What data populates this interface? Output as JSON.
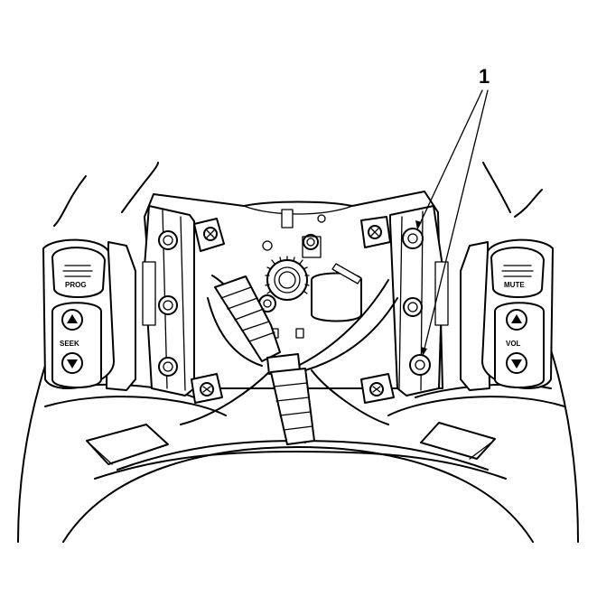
{
  "diagram": {
    "callouts": [
      {
        "label": "1",
        "target": "switch-mounting-screws"
      }
    ],
    "left_switch": {
      "upper_button_label": "PROG",
      "lower_button_label": "SEEK"
    },
    "right_switch": {
      "upper_button_label": "MUTE",
      "lower_button_label": "VOL"
    },
    "icons": {
      "up_arrow": "triangle-up-icon",
      "down_arrow": "triangle-down-icon",
      "screw": "screw-head-icon"
    }
  }
}
